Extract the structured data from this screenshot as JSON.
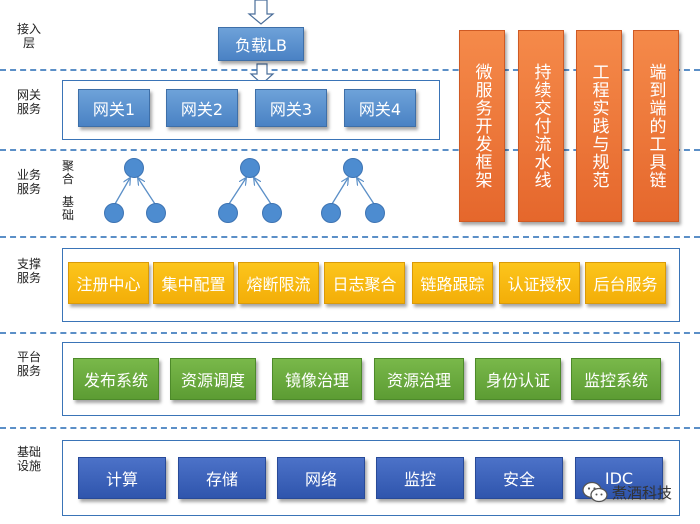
{
  "layers": {
    "access": "接入层",
    "gateway": "网关服务",
    "business": "业务服务",
    "support": "支撑服务",
    "platform": "平台服务",
    "infra": "基础设施"
  },
  "load_balancer": "负载LB",
  "gateways": [
    "网关1",
    "网关2",
    "网关3",
    "网关4"
  ],
  "business": {
    "aggregate": "聚合",
    "basic": "基础"
  },
  "support_items": [
    "注册中心",
    "集中配置",
    "熔断限流",
    "日志聚合",
    "链路跟踪",
    "认证授权",
    "后台服务"
  ],
  "platform_items": [
    "发布系统",
    "资源调度",
    "镜像治理",
    "资源治理",
    "身份认证",
    "监控系统"
  ],
  "infra_items": [
    "计算",
    "存储",
    "网络",
    "监控",
    "安全",
    "IDC"
  ],
  "side_columns": [
    "微服务开发框架",
    "持续交付流水线",
    "工程实践与规范",
    "端到端的工具链"
  ],
  "watermark": "煮酒科技",
  "colors": {
    "gateway": "#5b93d1",
    "support": "#f8b912",
    "platform": "#6aaa3d",
    "infra": "#3b62bd",
    "side": "#ec7536",
    "node": "#4d8cd0",
    "dash": "#5b8fc7"
  }
}
